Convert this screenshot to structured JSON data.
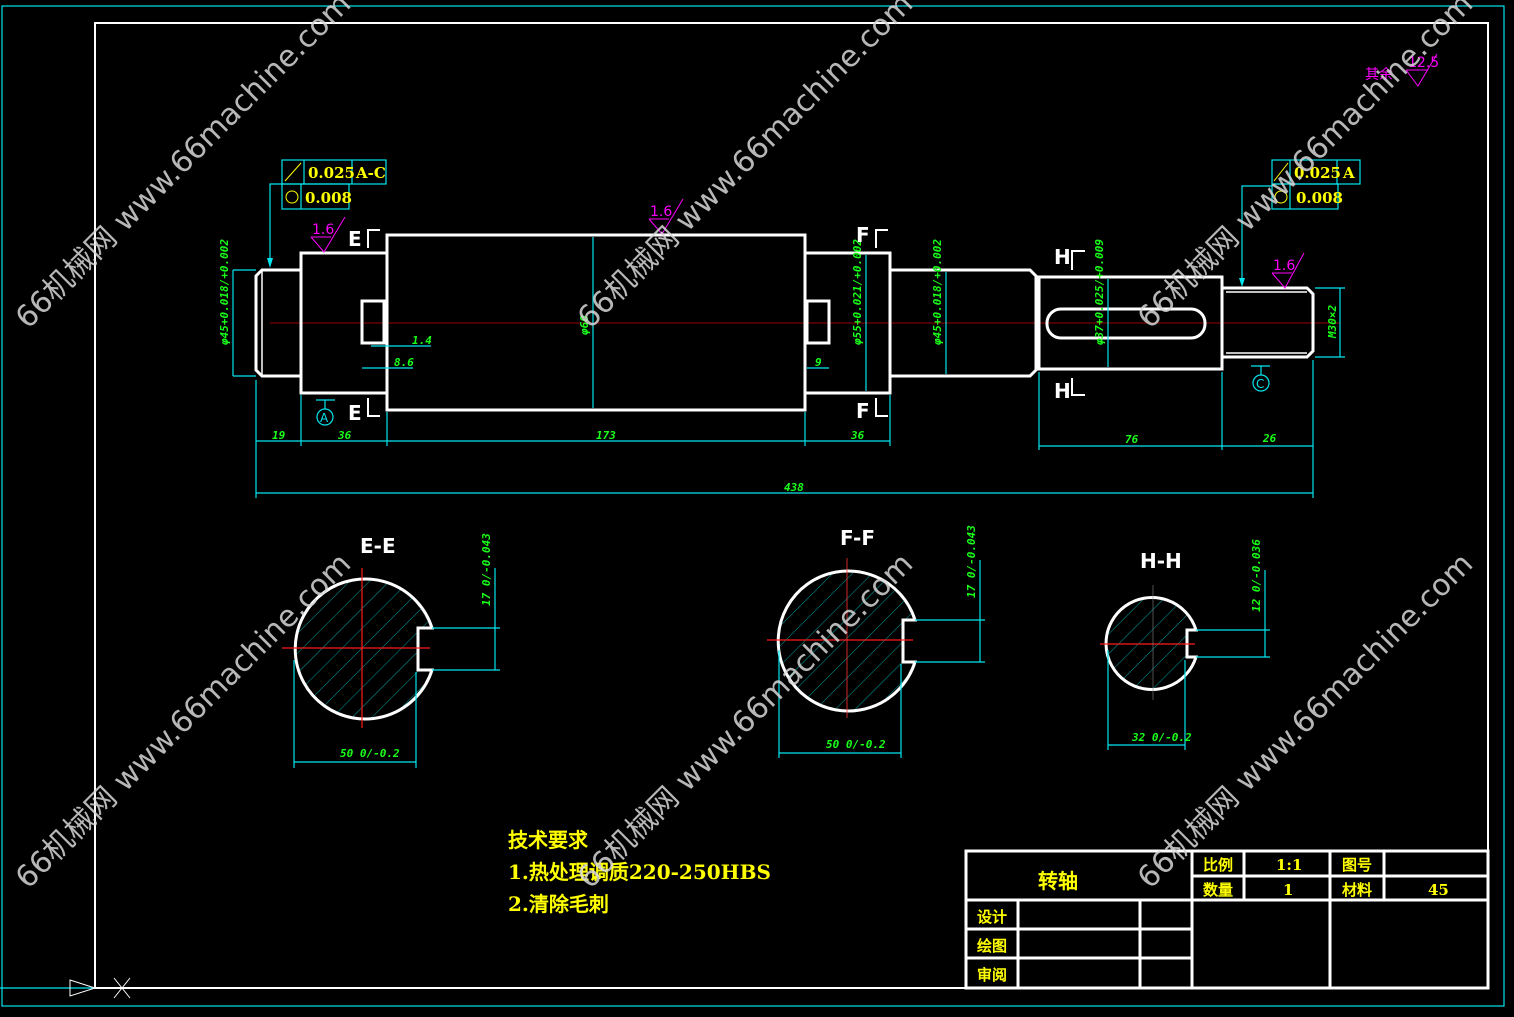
{
  "drawing": {
    "part_name": "转轴",
    "scale_label": "比例",
    "scale_value": "1:1",
    "drawing_no_label": "图号",
    "drawing_no_value": "",
    "qty_label": "数量",
    "qty_value": "1",
    "material_label": "材料",
    "material_value": "45",
    "design_label": "设计",
    "draw_label": "绘图",
    "review_label": "审阅"
  },
  "tech_requirements": {
    "title": "技术要求",
    "items": [
      "1.热处理调质220-250HBS",
      "2.清除毛刺"
    ]
  },
  "roughness": {
    "general": "其余",
    "general_value": "12.5",
    "marks": [
      "1.6",
      "1.6",
      "1.6"
    ]
  },
  "tolerance_frames": [
    {
      "runout": "0.025",
      "datum": "A-C",
      "cylindricity": "0.008"
    },
    {
      "runout": "0.025",
      "datum": "A",
      "cylindricity": "0.008"
    }
  ],
  "datums": [
    "A",
    "C"
  ],
  "section_marks": {
    "e": "E",
    "f": "F",
    "h": "H"
  },
  "dimensions": {
    "lengths": [
      "19",
      "36",
      "173",
      "36",
      "76",
      "26",
      "438"
    ],
    "keyway": [
      "1.4",
      "8.6",
      "9"
    ],
    "diameters": [
      "φ45+0.018/+0.002",
      "φ60",
      "φ55+0.021/+0.002",
      "φ45+0.018/+0.002",
      "φ37+0.025/+0.009",
      "M30×2"
    ]
  },
  "sections": [
    {
      "title": "E-E",
      "depth": "17 0/-0.043",
      "width": "50 0/-0.2"
    },
    {
      "title": "F-F",
      "depth": "17 0/-0.043",
      "width": "50 0/-0.2"
    },
    {
      "title": "H-H",
      "depth": "12 0/-0.036",
      "width": "32 0/-0.2"
    }
  ],
  "watermark": "66机械网 www.66machine.com"
}
